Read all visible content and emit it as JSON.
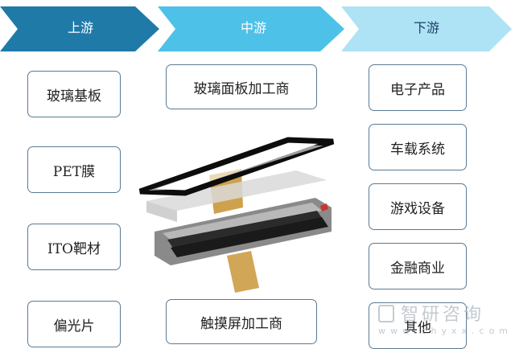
{
  "colors": {
    "upstream_arrow": "#1f7aa8",
    "midstream_arrow": "#4ec1e8",
    "downstream_arrow": "#aee2f5",
    "box_border": "#5b7a92"
  },
  "stages": {
    "upstream": "上游",
    "midstream": "中游",
    "downstream": "下游"
  },
  "upstream_items": [
    "玻璃基板",
    "PET膜",
    "ITO靶材",
    "偏光片"
  ],
  "midstream_items": [
    "玻璃面板加工商",
    "触摸屏加工商"
  ],
  "downstream_items": [
    "电子产品",
    "车载系统",
    "游戏设备",
    "金融商业",
    "其他"
  ],
  "center_image": "touch-panel-layers",
  "watermark": {
    "brand": "智研咨询",
    "url": "www.chyxx.com"
  }
}
